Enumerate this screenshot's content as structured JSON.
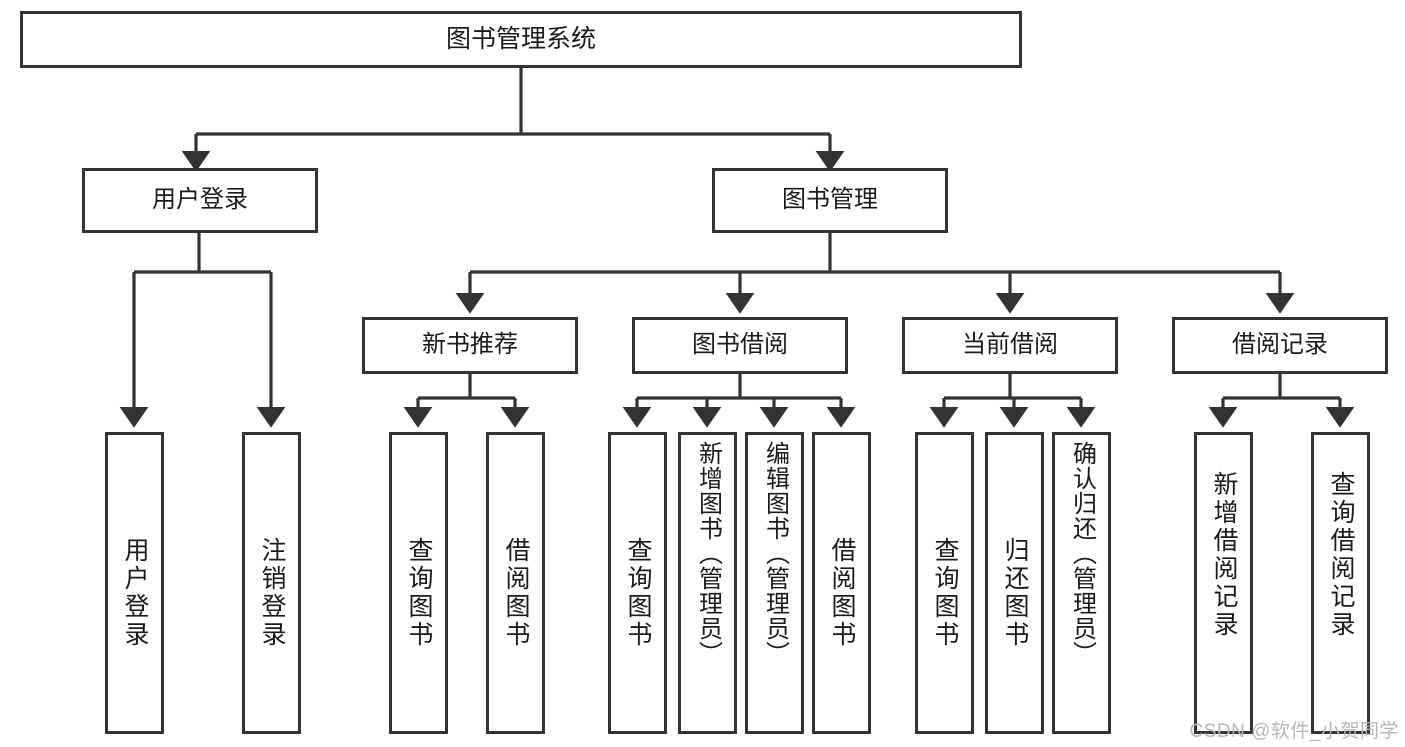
{
  "diagram": {
    "type": "tree",
    "title": "图书管理系统",
    "root": {
      "id": "root",
      "label": "图书管理系统"
    },
    "level1": [
      {
        "id": "user-login",
        "label": "用户登录"
      },
      {
        "id": "book-manage",
        "label": "图书管理"
      }
    ],
    "level2": [
      {
        "id": "new-book-recommend",
        "label": "新书推荐",
        "parent": "book-manage"
      },
      {
        "id": "book-borrow",
        "label": "图书借阅",
        "parent": "book-manage"
      },
      {
        "id": "current-borrow",
        "label": "当前借阅",
        "parent": "book-manage"
      },
      {
        "id": "borrow-record",
        "label": "借阅记录",
        "parent": "book-manage"
      }
    ],
    "leaves": [
      {
        "id": "leaf-user-login",
        "label": "用户登录",
        "parent": "user-login"
      },
      {
        "id": "leaf-user-logout",
        "label": "注销登录",
        "parent": "user-login"
      },
      {
        "id": "leaf-query-book-1",
        "label": "查询图书",
        "parent": "new-book-recommend"
      },
      {
        "id": "leaf-borrow-book-1",
        "label": "借阅图书",
        "parent": "new-book-recommend"
      },
      {
        "id": "leaf-query-book-2",
        "label": "查询图书",
        "parent": "book-borrow"
      },
      {
        "id": "leaf-add-book",
        "label": "新增图书（管理员）",
        "parent": "book-borrow"
      },
      {
        "id": "leaf-edit-book",
        "label": "编辑图书（管理员）",
        "parent": "book-borrow"
      },
      {
        "id": "leaf-borrow-book-2",
        "label": "借阅图书",
        "parent": "book-borrow"
      },
      {
        "id": "leaf-query-book-3",
        "label": "查询图书",
        "parent": "current-borrow"
      },
      {
        "id": "leaf-return-book",
        "label": "归还图书",
        "parent": "current-borrow"
      },
      {
        "id": "leaf-confirm-return",
        "label": "确认归还（管理员）",
        "parent": "current-borrow"
      },
      {
        "id": "leaf-add-record",
        "label": "新增借阅记录",
        "parent": "borrow-record"
      },
      {
        "id": "leaf-query-record",
        "label": "查询借阅记录",
        "parent": "borrow-record"
      }
    ],
    "colors": {
      "box_border": "#333333",
      "box_fill": "#ffffff",
      "connector": "#333333",
      "text": "#1a1a1a",
      "watermark": "#b6b6b6",
      "background": "#ffffff"
    }
  },
  "watermark": {
    "text": "CSDN @软件_小贺同学"
  }
}
